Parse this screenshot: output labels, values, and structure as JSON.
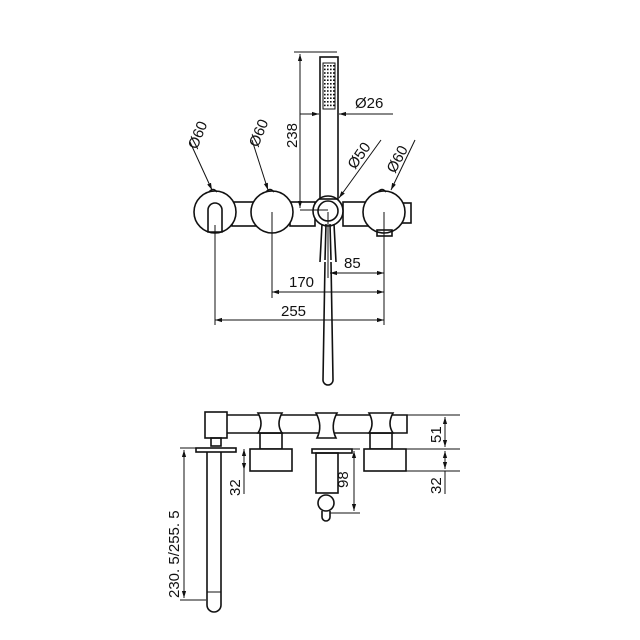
{
  "drawing": {
    "title": "Wall-mounted bath mixer with hand shower - dimension drawing",
    "views": [
      "front-view",
      "side-view"
    ]
  },
  "front_view": {
    "diameters": {
      "handle_left": "Ø60",
      "handle_center_left": "Ø60",
      "diverter": "Ø50",
      "handle_right": "Ø60",
      "hand_shower": "Ø26"
    },
    "dimensions": {
      "hand_shower_height": "238",
      "center_to_right": "85",
      "left_handle_to_right": "170",
      "spout_to_right": "255"
    }
  },
  "side_view": {
    "dimensions": {
      "spout_length": "230. 5/255. 5",
      "trim_depth_left": "32",
      "diverter_depth": "98",
      "body_depth": "51",
      "trim_depth_right": "32"
    }
  },
  "colors": {
    "line": "#111111",
    "background": "#ffffff"
  }
}
